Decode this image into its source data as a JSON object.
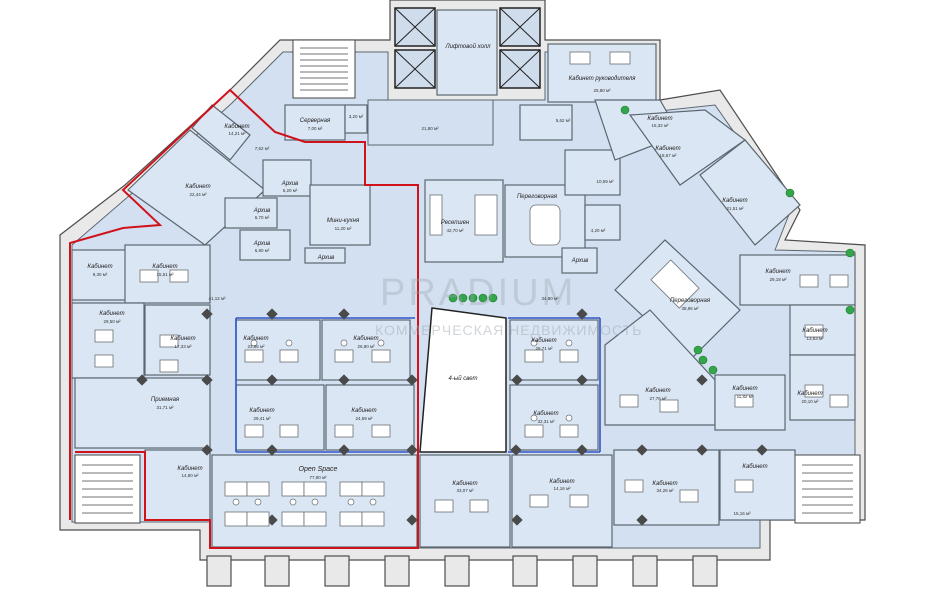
{
  "watermark": {
    "brand": "PRADIUM",
    "tagline": "КОММЕРЧЕСКАЯ НЕДВИЖИМОСТЬ"
  },
  "rooms": {
    "lift_hall": {
      "label": "Лифтовой холл"
    },
    "server": {
      "label": "Серверная",
      "area": "7,00 м²"
    },
    "small_top": {
      "area": "3,20 м²"
    },
    "corridor_top": {
      "area": "21,80 м²"
    },
    "wc_top": {
      "area": "5,62 м²"
    },
    "head_office": {
      "label": "Кабинет руководителя",
      "area": "25,80 м²"
    },
    "nw_office_small": {
      "label": "Кабинет",
      "area": "14,21 м²"
    },
    "nw_office_small2": {
      "area": "7,52 м²"
    },
    "nw_office_big": {
      "label": "Кабинет",
      "area": "22,44 м²"
    },
    "archive1": {
      "label": "Архив",
      "area": "5,20 м²"
    },
    "archive2": {
      "label": "Архив",
      "area": "6,70 м²"
    },
    "archive3": {
      "label": "Архив",
      "area": "6,80 м²"
    },
    "archive4": {
      "label": "Архив"
    },
    "mini_kitchen": {
      "label": "Мини-кухня",
      "area": "11,20 м²"
    },
    "reception": {
      "label": "Ресепшен",
      "area": "42,70 м²"
    },
    "meeting1": {
      "label": "Переговорная"
    },
    "archive5": {
      "label": "Архив"
    },
    "east_area1": {
      "area": "10,59 м²"
    },
    "east_area2": {
      "area": "4,20 м²"
    },
    "ne_office1": {
      "label": "Кабинет",
      "area": "16,32 м²"
    },
    "ne_office2": {
      "label": "Кабинет",
      "area": "18,67 м²"
    },
    "ne_office3": {
      "label": "Кабинет",
      "area": "21,51 м²"
    },
    "meeting2": {
      "label": "Переговорная",
      "area": "38,96 м²"
    },
    "e_office1": {
      "label": "Кабинет",
      "area": "29,18 м²"
    },
    "e_office2": {
      "label": "Кабинет",
      "area": "13,63 м²"
    },
    "e_office3": {
      "label": "Кабинет",
      "area": "20,10 м²"
    },
    "e_office4": {
      "label": "Кабинет",
      "area": "27,76 м²"
    },
    "e_office5": {
      "label": "Кабинет",
      "area": "11,82 м²"
    },
    "w_office1": {
      "label": "Кабинет",
      "area": "9,30 м²"
    },
    "w_office2": {
      "label": "Кабинет",
      "area": "15,51 м²"
    },
    "w_office3": {
      "label": "Кабинет",
      "area": "29,50 м²"
    },
    "w_office4": {
      "label": "Кабинет",
      "area": "17,33 м²"
    },
    "w_office_sm": {
      "area": "41,12 м²"
    },
    "reception_room": {
      "label": "Приемная",
      "area": "31,71 м²"
    },
    "c_office1": {
      "label": "Кабинет",
      "area": "23,66 м²"
    },
    "c_office2": {
      "label": "Кабинет",
      "area": "26,90 м²"
    },
    "c_office3": {
      "label": "Кабинет",
      "area": "29,41 м²"
    },
    "c_office4": {
      "label": "Кабинет",
      "area": "24,59 м²"
    },
    "c_office5": {
      "label": "Кабинет",
      "area": "26,71 м²"
    },
    "c_office6": {
      "label": "Кабинет",
      "area": "32,31 м²"
    },
    "atrium": {
      "label": "4-ый свет"
    },
    "corr_mid": {
      "area": "34,80 м²"
    },
    "open_space": {
      "label": "Open Space",
      "area": "77,90 м²"
    },
    "s_office1": {
      "label": "Кабинет",
      "area": "14,90 м²"
    },
    "s_office2": {
      "label": "Кабинет",
      "area": "33,07 м²"
    },
    "s_office3": {
      "label": "Кабинет",
      "area": "14,16 м²"
    },
    "s_office4": {
      "label": "Кабинет",
      "area": "34,26 м²"
    },
    "s_office5": {
      "label": "Кабинет",
      "area": "15,16 м²"
    }
  }
}
